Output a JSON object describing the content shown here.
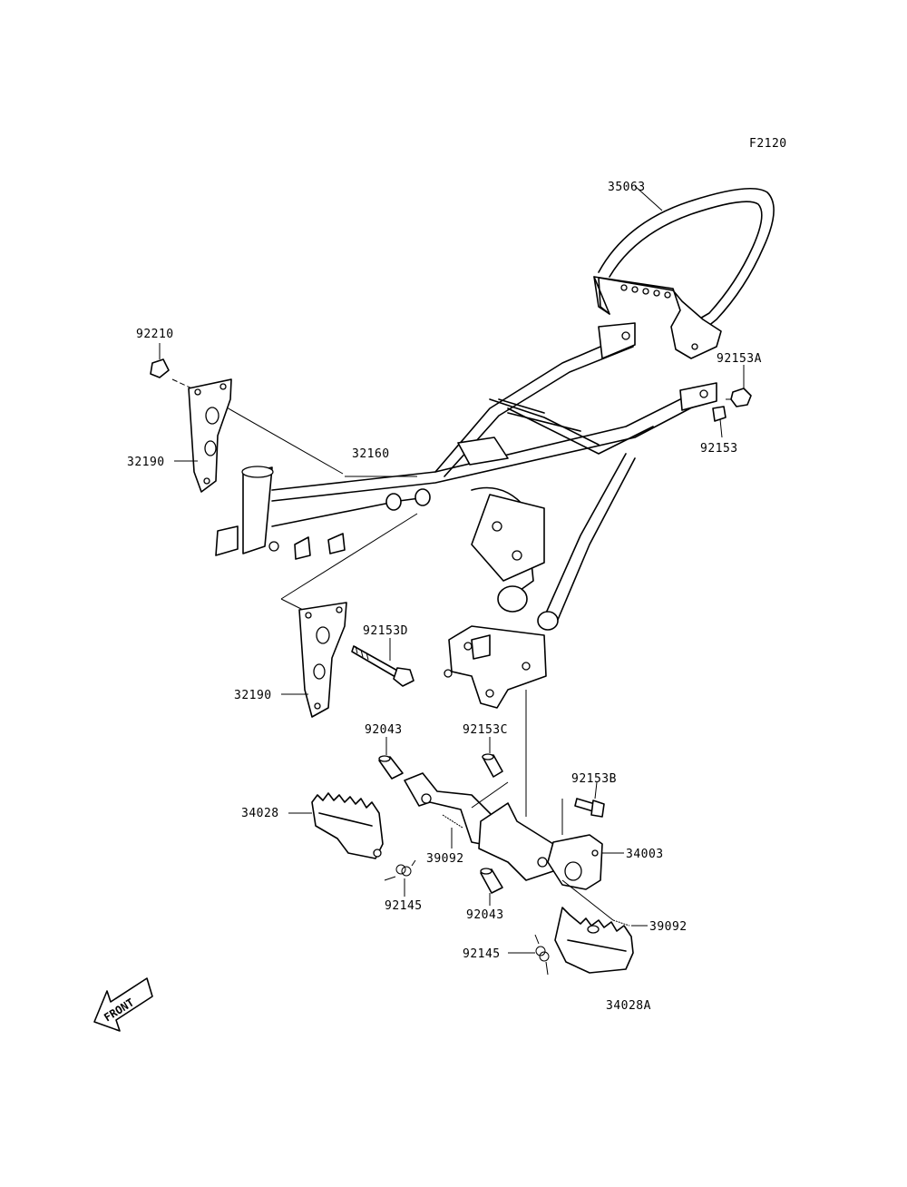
{
  "figure_code": "F2120",
  "front_label": "FRONT",
  "callouts": [
    {
      "id": "35063",
      "text": "35063"
    },
    {
      "id": "92210",
      "text": "92210"
    },
    {
      "id": "32190a",
      "text": "32190"
    },
    {
      "id": "32160",
      "text": "32160"
    },
    {
      "id": "92153A",
      "text": "92153A"
    },
    {
      "id": "92153",
      "text": "92153"
    },
    {
      "id": "92153D",
      "text": "92153D"
    },
    {
      "id": "32190b",
      "text": "32190"
    },
    {
      "id": "92043a",
      "text": "92043"
    },
    {
      "id": "92153C",
      "text": "92153C"
    },
    {
      "id": "92153B",
      "text": "92153B"
    },
    {
      "id": "34028",
      "text": "34028"
    },
    {
      "id": "39092a",
      "text": "39092"
    },
    {
      "id": "34003",
      "text": "34003"
    },
    {
      "id": "92145a",
      "text": "92145"
    },
    {
      "id": "92043b",
      "text": "92043"
    },
    {
      "id": "39092b",
      "text": "39092"
    },
    {
      "id": "92145b",
      "text": "92145"
    },
    {
      "id": "34028A",
      "text": "34028A"
    }
  ]
}
